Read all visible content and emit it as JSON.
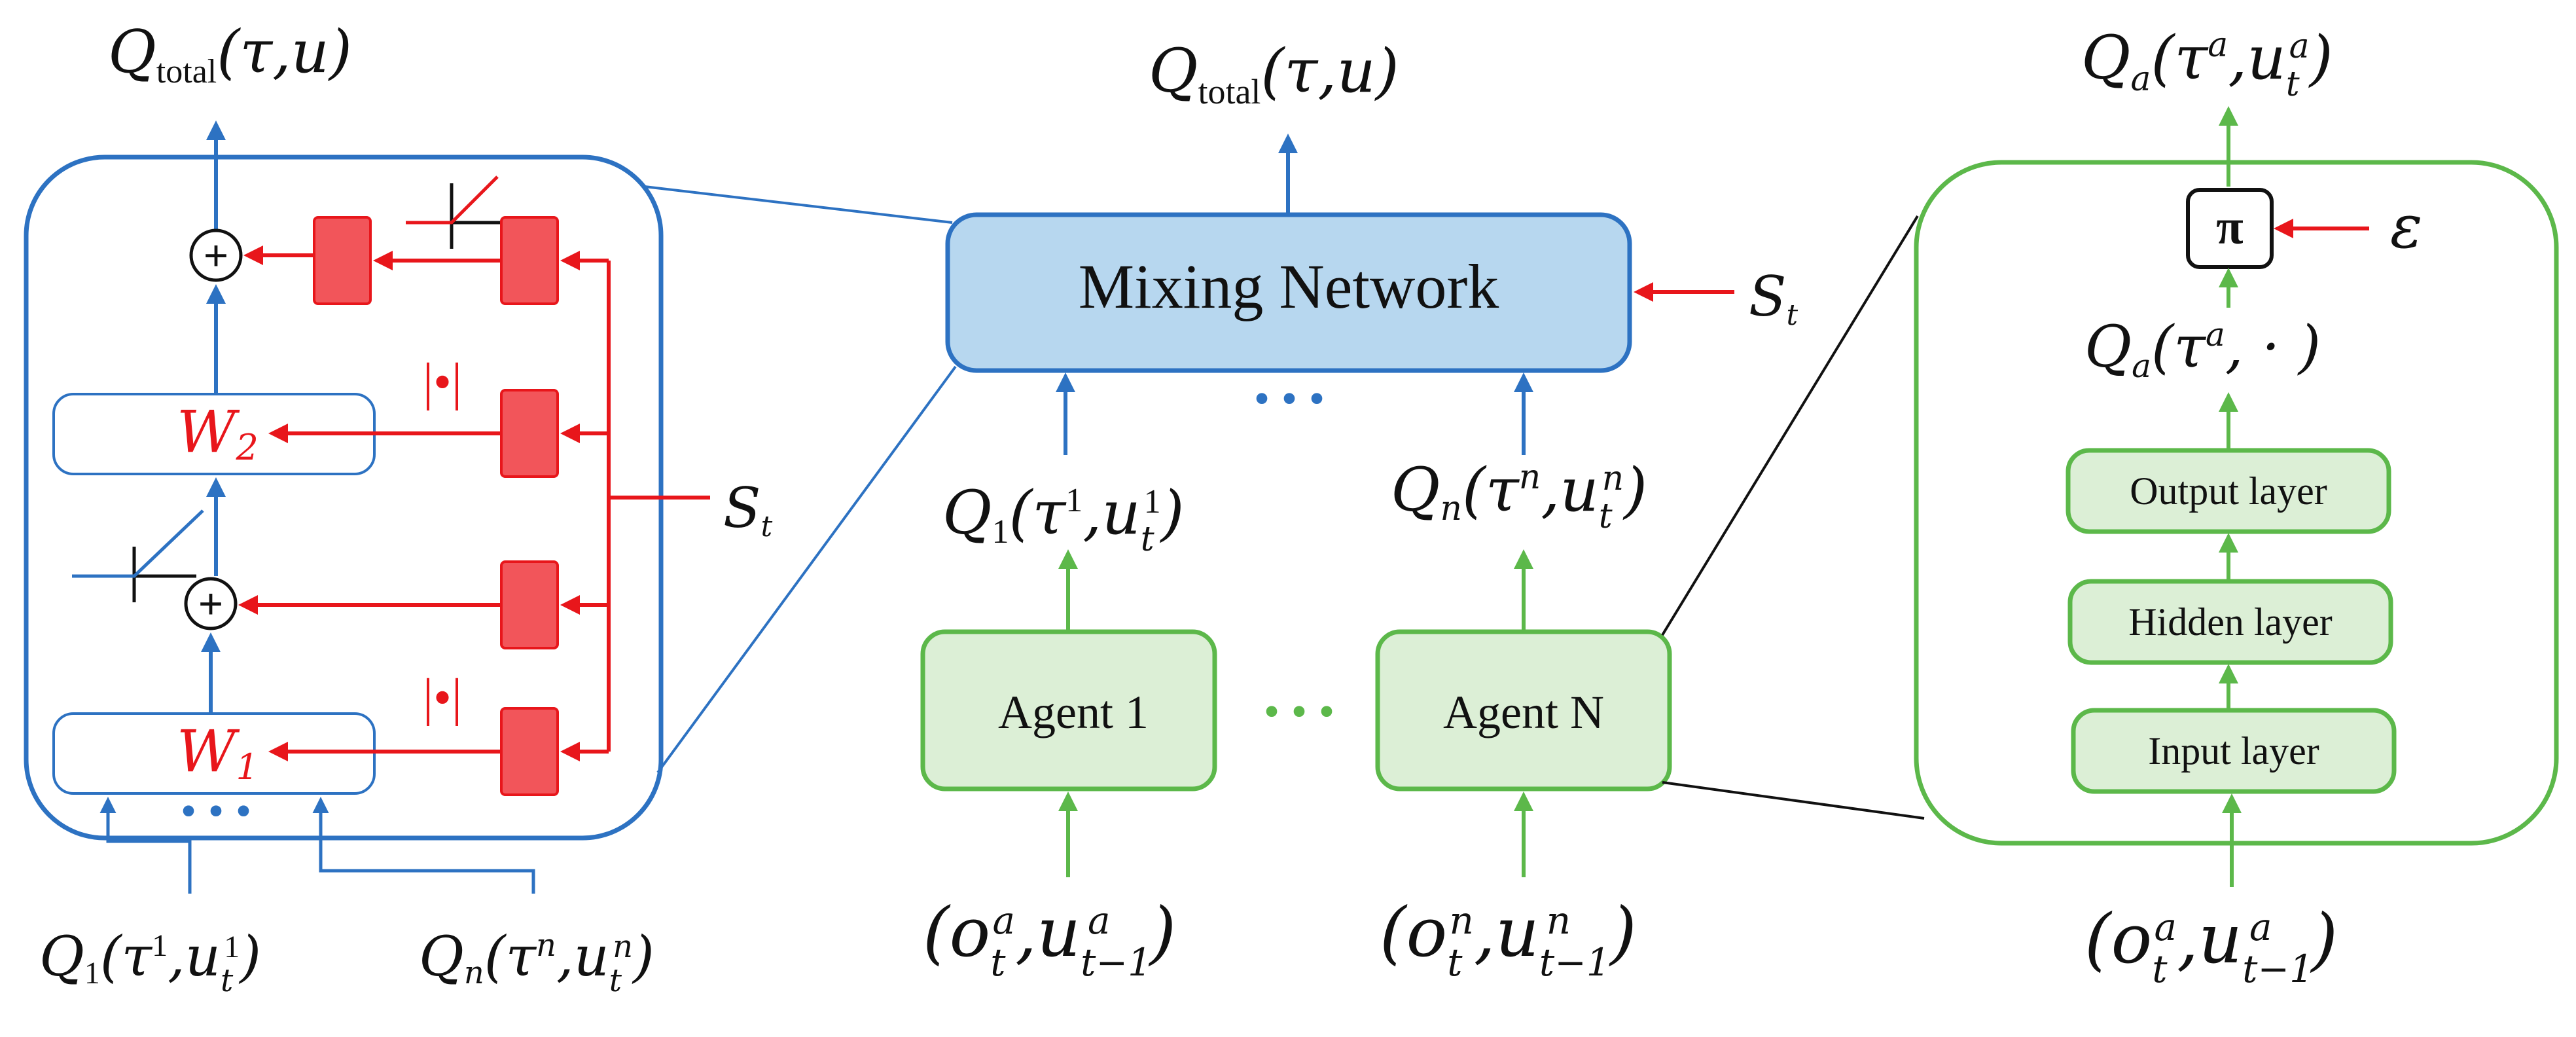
{
  "labels": {
    "q_total_left": "Q",
    "q_total_left_sub": "total",
    "q_total_left_args": "(τ,u)",
    "q_total_center": "Q",
    "q_total_center_sub": "total",
    "q_total_center_args": "(τ,u)",
    "q_a_top": "Q",
    "q_a_top_sub": "a",
    "q_a_top_args": "(τ",
    "q_a_top_sup": "a",
    "q_a_top_args2": ",u",
    "q_a_top_sub2": "t",
    "q_a_top_sup2": "a",
    "q_a_top_close": ")",
    "q_a_mid": "Q",
    "q_a_mid_sub": "a",
    "q_a_mid_args": "(τ",
    "q_a_mid_sup": "a",
    "q_a_mid_close": ",  · )",
    "mixing_network": "Mixing Network",
    "s_t_center": "S",
    "s_t_center_sub": "t",
    "s_t_left": "S",
    "s_t_left_sub": "t",
    "epsilon": "ε",
    "pi": "π",
    "w2": "W",
    "w2_sub": "2",
    "w1": "W",
    "w1_sub": "1",
    "abs_top": "|•|",
    "abs_bottom": "|•|",
    "plus": "+",
    "dots_center_top": "• • •",
    "dots_agents": "• • •",
    "dots_left_bottom": "• • •",
    "agent1": "Agent 1",
    "agentN": "Agent N",
    "output_layer": "Output layer",
    "hidden_layer": "Hidden layer",
    "input_layer": "Input layer",
    "q1_center": "Q",
    "q1_center_sub": "1",
    "q1_center_args": "(τ",
    "q1_center_sup": "1",
    "q1_center_u": ",u",
    "q1_center_u_sub": "t",
    "q1_center_u_sup": "1",
    "q1_center_close": ")",
    "qn_center": "Q",
    "qn_center_sub": "n",
    "qn_center_args": "(τ",
    "qn_center_sup": "n",
    "qn_center_u": ",u",
    "qn_center_u_sub": "t",
    "qn_center_u_sup": "n",
    "qn_center_close": ")",
    "q1_bottom": "Q",
    "q1_bottom_sub": "1",
    "q1_bottom_args": "(τ",
    "q1_bottom_sup": "1",
    "q1_bottom_u": ",u",
    "q1_bottom_u_sub": "t",
    "q1_bottom_u_sup": "1",
    "q1_bottom_close": ")",
    "qn_bottom": "Q",
    "qn_bottom_sub": "n",
    "qn_bottom_args": "(τ",
    "qn_bottom_sup": "n",
    "qn_bottom_u": ",u",
    "qn_bottom_u_sub": "t",
    "qn_bottom_u_sup": "n",
    "qn_bottom_close": ")",
    "obs_a_open": "(o",
    "obs_a_o_sub": "t",
    "obs_a_o_sup": "a",
    "obs_a_u": ",u",
    "obs_a_u_sub": "t−1",
    "obs_a_u_sup": "a",
    "obs_a_close": ")",
    "obs_n_open": "(o",
    "obs_n_o_sub": "t",
    "obs_n_o_sup": "n",
    "obs_n_u": ",u",
    "obs_n_u_sub": "t−1",
    "obs_n_u_sup": "n",
    "obs_n_close": ")",
    "obs_r_open": "(o",
    "obs_r_o_sub": "t",
    "obs_r_o_sup": "a",
    "obs_r_u": ",u",
    "obs_r_u_sub": "t−1",
    "obs_r_u_sup": "a",
    "obs_r_close": ")"
  },
  "colors": {
    "blue": "#2d72c2",
    "blue_fill": "#b7d7ef",
    "green": "#5cb84a",
    "green_fill": "#dcefd6",
    "red": "#e8161b",
    "red_fill": "#f2555a"
  }
}
